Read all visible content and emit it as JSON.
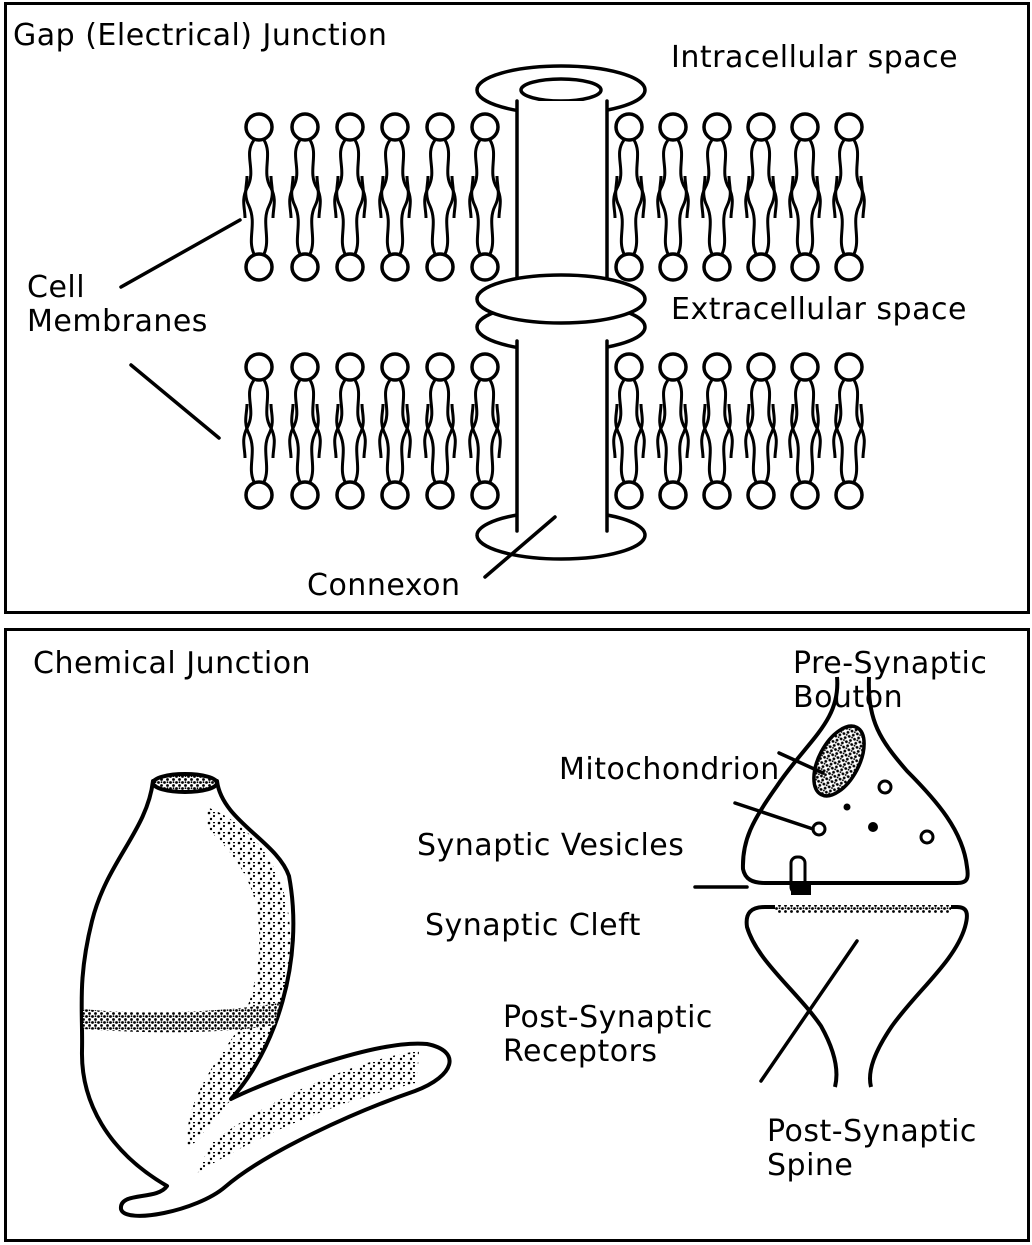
{
  "gap_panel": {
    "title": "Gap (Electrical) Junction",
    "intracellular": "Intracellular space",
    "extracellular": "Extracellular space",
    "cell_membranes": "Cell\nMembranes",
    "connexon": "Connexon"
  },
  "chem_panel": {
    "title": "Chemical Junction",
    "pre_synaptic": "Pre-Synaptic\nBouton",
    "mitochondrion": "Mitochondrion",
    "vesicles": "Synaptic Vesicles",
    "cleft": "Synaptic Cleft",
    "receptors": "Post-Synaptic\nReceptors",
    "spine": "Post-Synaptic\nSpine"
  },
  "colors": {
    "ink": "#000000",
    "paper": "#ffffff"
  }
}
